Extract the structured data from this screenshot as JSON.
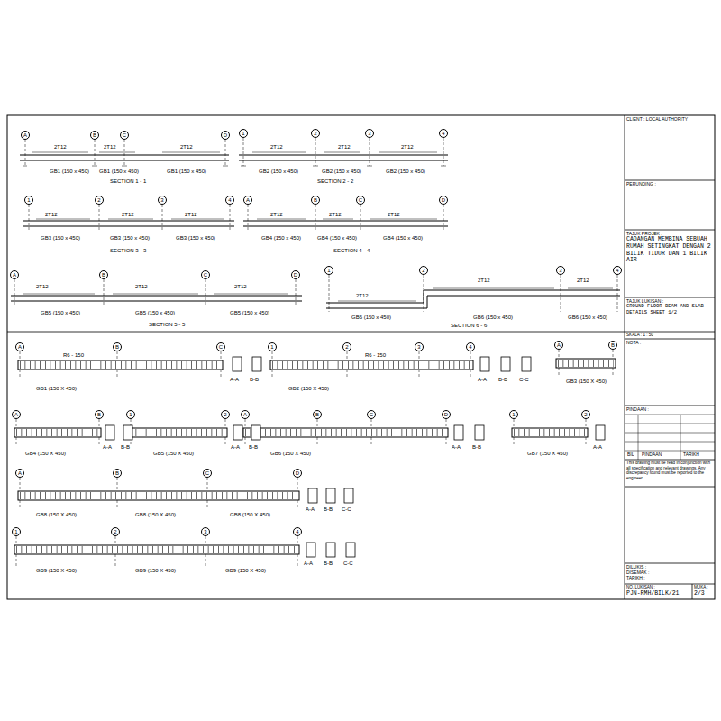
{
  "diagram": {
    "nodes": [
      {
        "text": [
          "A"
        ]
      },
      {
        "text": [
          "B"
        ]
      },
      {
        "text": [
          "C"
        ]
      },
      {
        "text": [
          "D"
        ]
      },
      {
        "text": [
          "1"
        ]
      },
      {
        "text": [
          "2"
        ]
      },
      {
        "text": [
          "3"
        ]
      },
      {
        "text": [
          "4"
        ]
      },
      {
        "text": [
          "1"
        ]
      },
      {
        "text": [
          "2"
        ]
      },
      {
        "text": [
          "3"
        ]
      },
      {
        "text": [
          "4"
        ]
      },
      {
        "text": [
          "A"
        ]
      },
      {
        "text": [
          "B"
        ]
      },
      {
        "text": [
          "C"
        ]
      },
      {
        "text": [
          "D"
        ]
      },
      {
        "text": [
          "A"
        ]
      },
      {
        "text": [
          "B"
        ]
      },
      {
        "text": [
          "C"
        ]
      },
      {
        "text": [
          "D"
        ]
      },
      {
        "text": [
          "1"
        ]
      },
      {
        "text": [
          "2"
        ]
      },
      {
        "text": [
          "3"
        ]
      },
      {
        "text": [
          "4"
        ]
      },
      {
        "text": [
          "A"
        ]
      },
      {
        "text": [
          "B"
        ]
      },
      {
        "text": [
          "C"
        ]
      },
      {
        "text": [
          "1"
        ]
      },
      {
        "text": [
          "2"
        ]
      },
      {
        "text": [
          "3"
        ]
      },
      {
        "text": [
          "4"
        ]
      },
      {
        "text": [
          "A"
        ]
      },
      {
        "text": [
          "B"
        ]
      },
      {
        "text": [
          "A"
        ]
      },
      {
        "text": [
          "B"
        ]
      },
      {
        "text": [
          "1"
        ]
      },
      {
        "text": [
          "2"
        ]
      },
      {
        "text": [
          "A"
        ]
      },
      {
        "text": [
          "B"
        ]
      },
      {
        "text": [
          "C"
        ]
      },
      {
        "text": [
          "D"
        ]
      },
      {
        "text": [
          "1"
        ]
      },
      {
        "text": [
          "2"
        ]
      },
      {
        "text": [
          "A"
        ]
      },
      {
        "text": [
          "B"
        ]
      },
      {
        "text": [
          "C"
        ]
      },
      {
        "text": [
          "D"
        ]
      },
      {
        "text": [
          "1"
        ]
      },
      {
        "text": [
          "2"
        ]
      },
      {
        "text": [
          "3"
        ]
      },
      {
        "text": [
          "4"
        ]
      },
      {
        "text": [
          "CLIENT : LOCAL AUTHORITY"
        ]
      },
      {
        "text": [
          "PERUNDING :"
        ]
      },
      {
        "text": [
          "TAJUK PROJEK :",
          "CADANGAN MEMBINA SEBUAH RUMAH SETINGKAT DENGAN 2 BILIK TIDUR DAN 1 BILIK AIR"
        ]
      },
      {
        "text": [
          "TAJUK LUKISAN :",
          "GROUND FLOOR BEAM AND SLAB DETAILS SHEET 1/2"
        ]
      },
      {
        "text": [
          "SKALA : 1 : 50"
        ]
      },
      {
        "text": [
          "NOTA :"
        ]
      },
      {
        "text": [
          "PINDAAN :"
        ]
      },
      {
        "text": [
          "This drawing must be read in conjunction with all specification and relevant drawings. Any discrepancy found must be reported to the engineer."
        ]
      },
      {
        "text": [
          "DILUKIS :",
          "DISEMAK :",
          "TARIKH :"
        ]
      },
      {
        "text": [
          "NO. LUKISAN :",
          "PJN-RMH/BILK/21"
        ]
      },
      {
        "text": [
          "MUKA :",
          "2/3"
        ]
      }
    ],
    "labels": [
      "2T12",
      "2T12",
      "2T12",
      "GB1 (150 x 450)",
      "GB1 (150 x 450)",
      "GB1 (150 x 450)",
      "SECTION 1 - 1",
      "2T12",
      "2T12",
      "2T12",
      "GB2 (150 x 450)",
      "GB2 (150 x 450)",
      "GB2 (150 x 450)",
      "SECTION 2 - 2",
      "2T12",
      "2T12",
      "2T12",
      "GB3 (150 x 450)",
      "GB3 (150 x 450)",
      "GB3 (150 x 450)",
      "SECTION 3 - 3",
      "2T12",
      "2T12",
      "2T12",
      "GB4 (150 x 450)",
      "GB4 (150 x 450)",
      "GB4 (150 x 450)",
      "SECTION 4 - 4",
      "2T12",
      "2T12",
      "2T12",
      "GB5 (150 x 450)",
      "GB5 (150 x 450)",
      "GB5 (150 x 450)",
      "SECTION 5 - 5",
      "2T12",
      "2T12",
      "2T12",
      "GB6 (150 x 450)",
      "GB6 (150 x 450)",
      "GB6 (150 x 450)",
      "SECTION 6 - 6",
      "GB1 (150 X 450)",
      "R6 - 150",
      "A-A",
      "B-B",
      "GB2 (150 X 450)",
      "R6 - 150",
      "A-A",
      "B-B",
      "C-C",
      "GB3 (150 X 450)",
      "GB4 (150 X 450)",
      "A-A",
      "B-B",
      "GB5 (150 X 450)",
      "A-A",
      "B-B",
      "GB6 (150 X 450)",
      "A-A",
      "B-B",
      "GB7 (150 X 450)",
      "A-A",
      "GB8 (150 X 450)",
      "GB8 (150 X 450)",
      "GB8 (150 X 450)",
      "A-A",
      "B-B",
      "C-C",
      "GB9 (150 X 450)",
      "GB9 (150 X 450)",
      "GB9 (150 X 450)",
      "A-A",
      "B-B",
      "C-C",
      "BIL",
      "PINDAAN",
      "TARIKH"
    ]
  }
}
